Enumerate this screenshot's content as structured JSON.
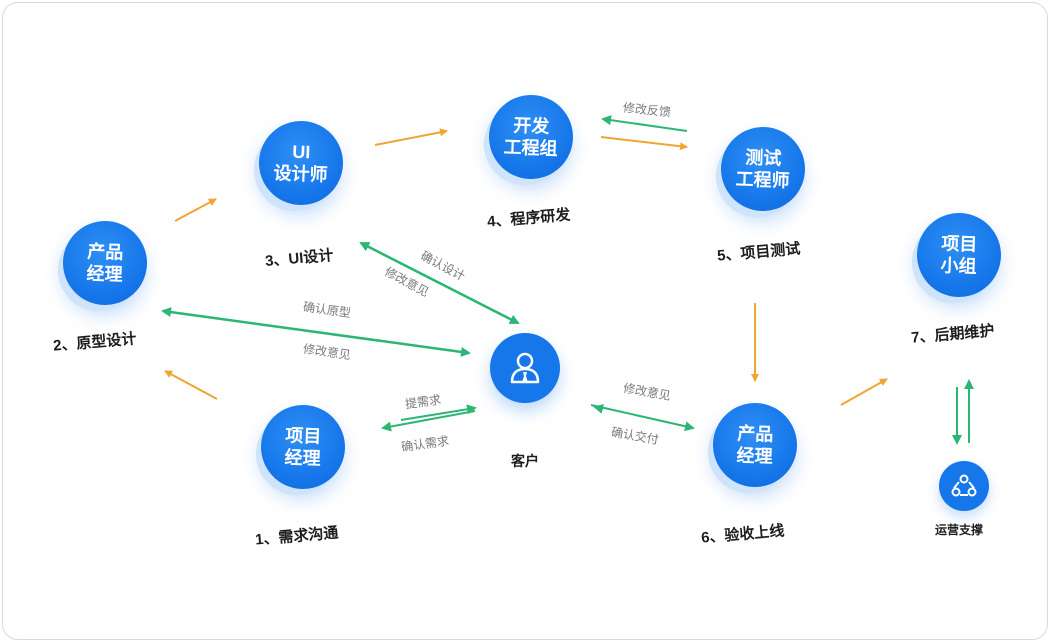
{
  "nodes": {
    "product_manager_left": "产品\n经理",
    "ui_designer": "UI\n设计师",
    "dev_team": "开发\n工程组",
    "test_engineer": "测试\n工程师",
    "project_team": "项目\n小组",
    "project_manager": "项目\n经理",
    "product_manager_right": "产品\n经理"
  },
  "steps": {
    "s1": "1、需求沟通",
    "s2": "2、原型设计",
    "s3": "3、UI设计",
    "s4": "4、程序研发",
    "s5": "5、项目测试",
    "s6": "6、验收上线",
    "s7": "7、后期维护"
  },
  "arrow_labels": {
    "feedback": "修改反馈",
    "confirm_ui": "确认设计",
    "modify_ui": "修改意见",
    "confirm_proto": "确认原型",
    "modify_proto": "修改意见",
    "raise_req": "提需求",
    "confirm_req": "确认需求",
    "modify_delivery": "修改意见",
    "confirm_delivery": "确认交付"
  },
  "center": {
    "customer": "客户"
  },
  "ops": {
    "label": "运营支撑"
  },
  "colors": {
    "node": "#1677ea",
    "orange_arrow": "#f0a431",
    "green_arrow": "#2bb673"
  }
}
